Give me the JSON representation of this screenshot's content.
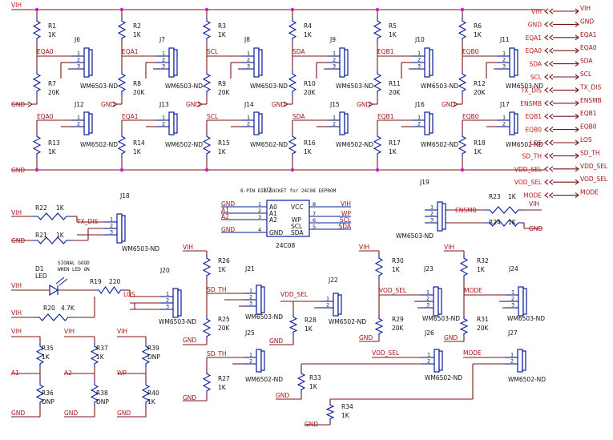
{
  "resistors": [
    {
      "ref": "R1",
      "val": "1K"
    },
    {
      "ref": "R2",
      "val": "1K"
    },
    {
      "ref": "R3",
      "val": "1K"
    },
    {
      "ref": "R4",
      "val": "1K"
    },
    {
      "ref": "R5",
      "val": "1K"
    },
    {
      "ref": "R6",
      "val": "1K"
    },
    {
      "ref": "R7",
      "val": "20K"
    },
    {
      "ref": "R8",
      "val": "20K"
    },
    {
      "ref": "R9",
      "val": "20K"
    },
    {
      "ref": "R10",
      "val": "20K"
    },
    {
      "ref": "R11",
      "val": "20K"
    },
    {
      "ref": "R12",
      "val": "20K"
    },
    {
      "ref": "R13",
      "val": "1K"
    },
    {
      "ref": "R14",
      "val": "1K"
    },
    {
      "ref": "R15",
      "val": "1K"
    },
    {
      "ref": "R16",
      "val": "1K"
    },
    {
      "ref": "R17",
      "val": "1K"
    },
    {
      "ref": "R18",
      "val": "1K"
    },
    {
      "ref": "R22",
      "val": "1K"
    },
    {
      "ref": "R21",
      "val": "1K"
    },
    {
      "ref": "R19",
      "val": "220"
    },
    {
      "ref": "R20",
      "val": "4.7K"
    },
    {
      "ref": "R35",
      "val": "1K"
    },
    {
      "ref": "R36",
      "val": "DNP"
    },
    {
      "ref": "R37",
      "val": "1K"
    },
    {
      "ref": "R38",
      "val": "DNP"
    },
    {
      "ref": "R39",
      "val": "DNP"
    },
    {
      "ref": "R40",
      "val": "1K"
    },
    {
      "ref": "R26",
      "val": "1K"
    },
    {
      "ref": "R25",
      "val": "20K"
    },
    {
      "ref": "R27",
      "val": "1K"
    },
    {
      "ref": "R28",
      "val": "1K"
    },
    {
      "ref": "R33",
      "val": "1K"
    },
    {
      "ref": "R34",
      "val": "1K"
    },
    {
      "ref": "R30",
      "val": "1K"
    },
    {
      "ref": "R29",
      "val": "20K"
    },
    {
      "ref": "R32",
      "val": "1K"
    },
    {
      "ref": "R31",
      "val": "20K"
    },
    {
      "ref": "R23",
      "val": "1K"
    },
    {
      "ref": "R24",
      "val": "1K"
    }
  ],
  "connectors": [
    {
      "ref": "J6",
      "part": "WM6503-ND"
    },
    {
      "ref": "J7",
      "part": "WM6503-ND"
    },
    {
      "ref": "J8",
      "part": "WM6503-ND"
    },
    {
      "ref": "J9",
      "part": "WM6503-ND"
    },
    {
      "ref": "J10",
      "part": "WM6503-ND"
    },
    {
      "ref": "J11",
      "part": "WM6503-ND"
    },
    {
      "ref": "J12",
      "part": "WM6502-ND"
    },
    {
      "ref": "J13",
      "part": "WM6502-ND"
    },
    {
      "ref": "J14",
      "part": "WM6502-ND"
    },
    {
      "ref": "J15",
      "part": "WM6502-ND"
    },
    {
      "ref": "J16",
      "part": "WM6502-ND"
    },
    {
      "ref": "J17",
      "part": "WM6502-ND"
    },
    {
      "ref": "J18",
      "part": "WM6503-ND"
    },
    {
      "ref": "J19",
      "part": "WM6503-ND"
    },
    {
      "ref": "J20",
      "part": "WM6503-ND"
    },
    {
      "ref": "J21",
      "part": "WM6503-ND"
    },
    {
      "ref": "J22",
      "part": "WM6502-ND"
    },
    {
      "ref": "J23",
      "part": "WM6503-ND"
    },
    {
      "ref": "J24",
      "part": "WM6503-ND"
    },
    {
      "ref": "J25",
      "part": "WM6502-ND"
    },
    {
      "ref": "J26",
      "part": "WM6502-ND"
    },
    {
      "ref": "J27",
      "part": "WM6502-ND"
    }
  ],
  "pins": [
    "1",
    "2",
    "3",
    "4",
    "5",
    "6",
    "7",
    "8"
  ],
  "nets": {
    "vih": "VIH",
    "gnd": "GND",
    "eqa0": "EQA0",
    "eqa1": "EQA1",
    "scl": "SCL",
    "sda": "SDA",
    "eqb1": "EQB1",
    "eqb0": "EQB0",
    "tx_dis": "TX_DIS",
    "ensmb": "ENSMB",
    "los": "LOS",
    "sd_th": "SD_TH",
    "vdd_sel": "VDD_SEL",
    "vod_sel": "VOD_SEL",
    "mode": "MODE",
    "a0": "A0",
    "a1": "A1",
    "a2": "A2",
    "wp": "WP",
    "vcc": "VCC"
  },
  "port_list": [
    "VIH",
    "GND",
    "EQA1",
    "EQA0",
    "SDA",
    "SCL",
    "TX_DIS",
    "ENSMB",
    "EQB1",
    "EQB0",
    "LOS",
    "SD_TH",
    "VDD_SEL",
    "VOD_SEL",
    "MODE"
  ],
  "eeprom": {
    "ref": "U2",
    "part": "24C08",
    "caption": "8-PIN DIP SOCKET for 24C08 EEPROM"
  },
  "led": {
    "ref": "D1",
    "val": "LED",
    "note1": "SIGNAL GOOD",
    "note2": "WHEN LED ON"
  },
  "colors": {
    "wire": "#7a1416",
    "component": "#0a1a9a",
    "net_label": "#c01818",
    "junction": "#d018d0"
  }
}
